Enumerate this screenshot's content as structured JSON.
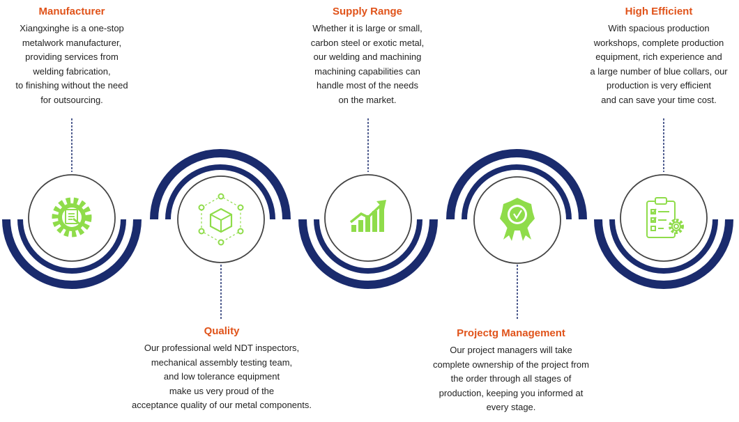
{
  "steps": [
    {
      "title": "Manufacturer",
      "icon": "gear-document-icon",
      "lines": [
        "Xiangxinghe is a one-stop",
        "metalwork manufacturer,",
        "providing services from",
        "welding fabrication,",
        "to finishing without the need",
        "for outsourcing."
      ]
    },
    {
      "title": "Quality",
      "icon": "cube-network-icon",
      "lines": [
        "Our professional weld NDT inspectors,",
        "mechanical assembly testing team,",
        "and low tolerance equipment",
        "make us very proud of the",
        "acceptance quality of our metal components."
      ]
    },
    {
      "title": "Supply Range",
      "icon": "growth-chart-icon",
      "lines": [
        "Whether it is large or small,",
        "carbon steel or exotic metal,",
        "our welding and machining",
        "machining capabilities can",
        "handle most of the needs",
        "on the market."
      ]
    },
    {
      "title": "Projectg Management",
      "icon": "award-badge-icon",
      "lines": [
        "Our project managers will take",
        "complete ownership of the project from",
        "the order through all stages of",
        "production, keeping you informed at",
        "every stage."
      ]
    },
    {
      "title": "High Efficient",
      "icon": "clipboard-checklist-icon",
      "lines": [
        "With spacious production",
        "workshops, complete production",
        "equipment, rich experience and",
        "a large number of blue collars, our",
        "production is very efficient",
        "and can save your time cost."
      ]
    }
  ],
  "colors": {
    "wave": "#1a2b6d",
    "title": "#e0531a",
    "icon": "#8fdc4a",
    "connector": "#1a2b6d"
  }
}
